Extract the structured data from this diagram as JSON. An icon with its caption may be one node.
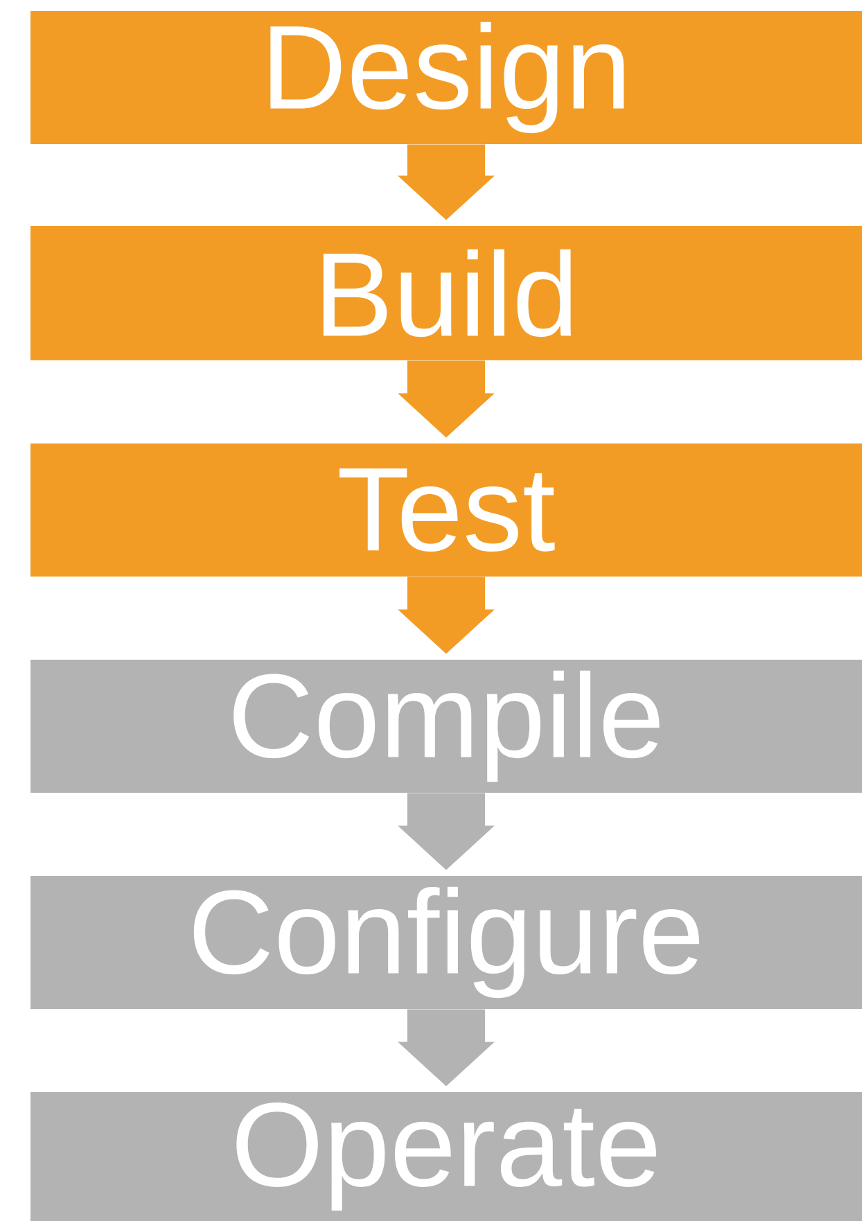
{
  "diagram": {
    "nodes": [
      {
        "text": [
          "Design"
        ]
      },
      {
        "text": [
          "Build"
        ]
      },
      {
        "text": [
          "Test"
        ]
      },
      {
        "text": [
          "Compile"
        ]
      },
      {
        "text": [
          "Configure"
        ]
      },
      {
        "text": [
          "Operate"
        ]
      }
    ],
    "edges": [
      {
        "from": 0,
        "to": 1,
        "arrow": "to"
      },
      {
        "from": 1,
        "to": 2,
        "arrow": "to"
      },
      {
        "from": 2,
        "to": 3,
        "arrow": "to"
      },
      {
        "from": 3,
        "to": 4,
        "arrow": "to",
        "color": "#b3b3b3"
      },
      {
        "from": 4,
        "to": 5,
        "arrow": "to",
        "color": "#b3b3b3"
      }
    ]
  }
}
